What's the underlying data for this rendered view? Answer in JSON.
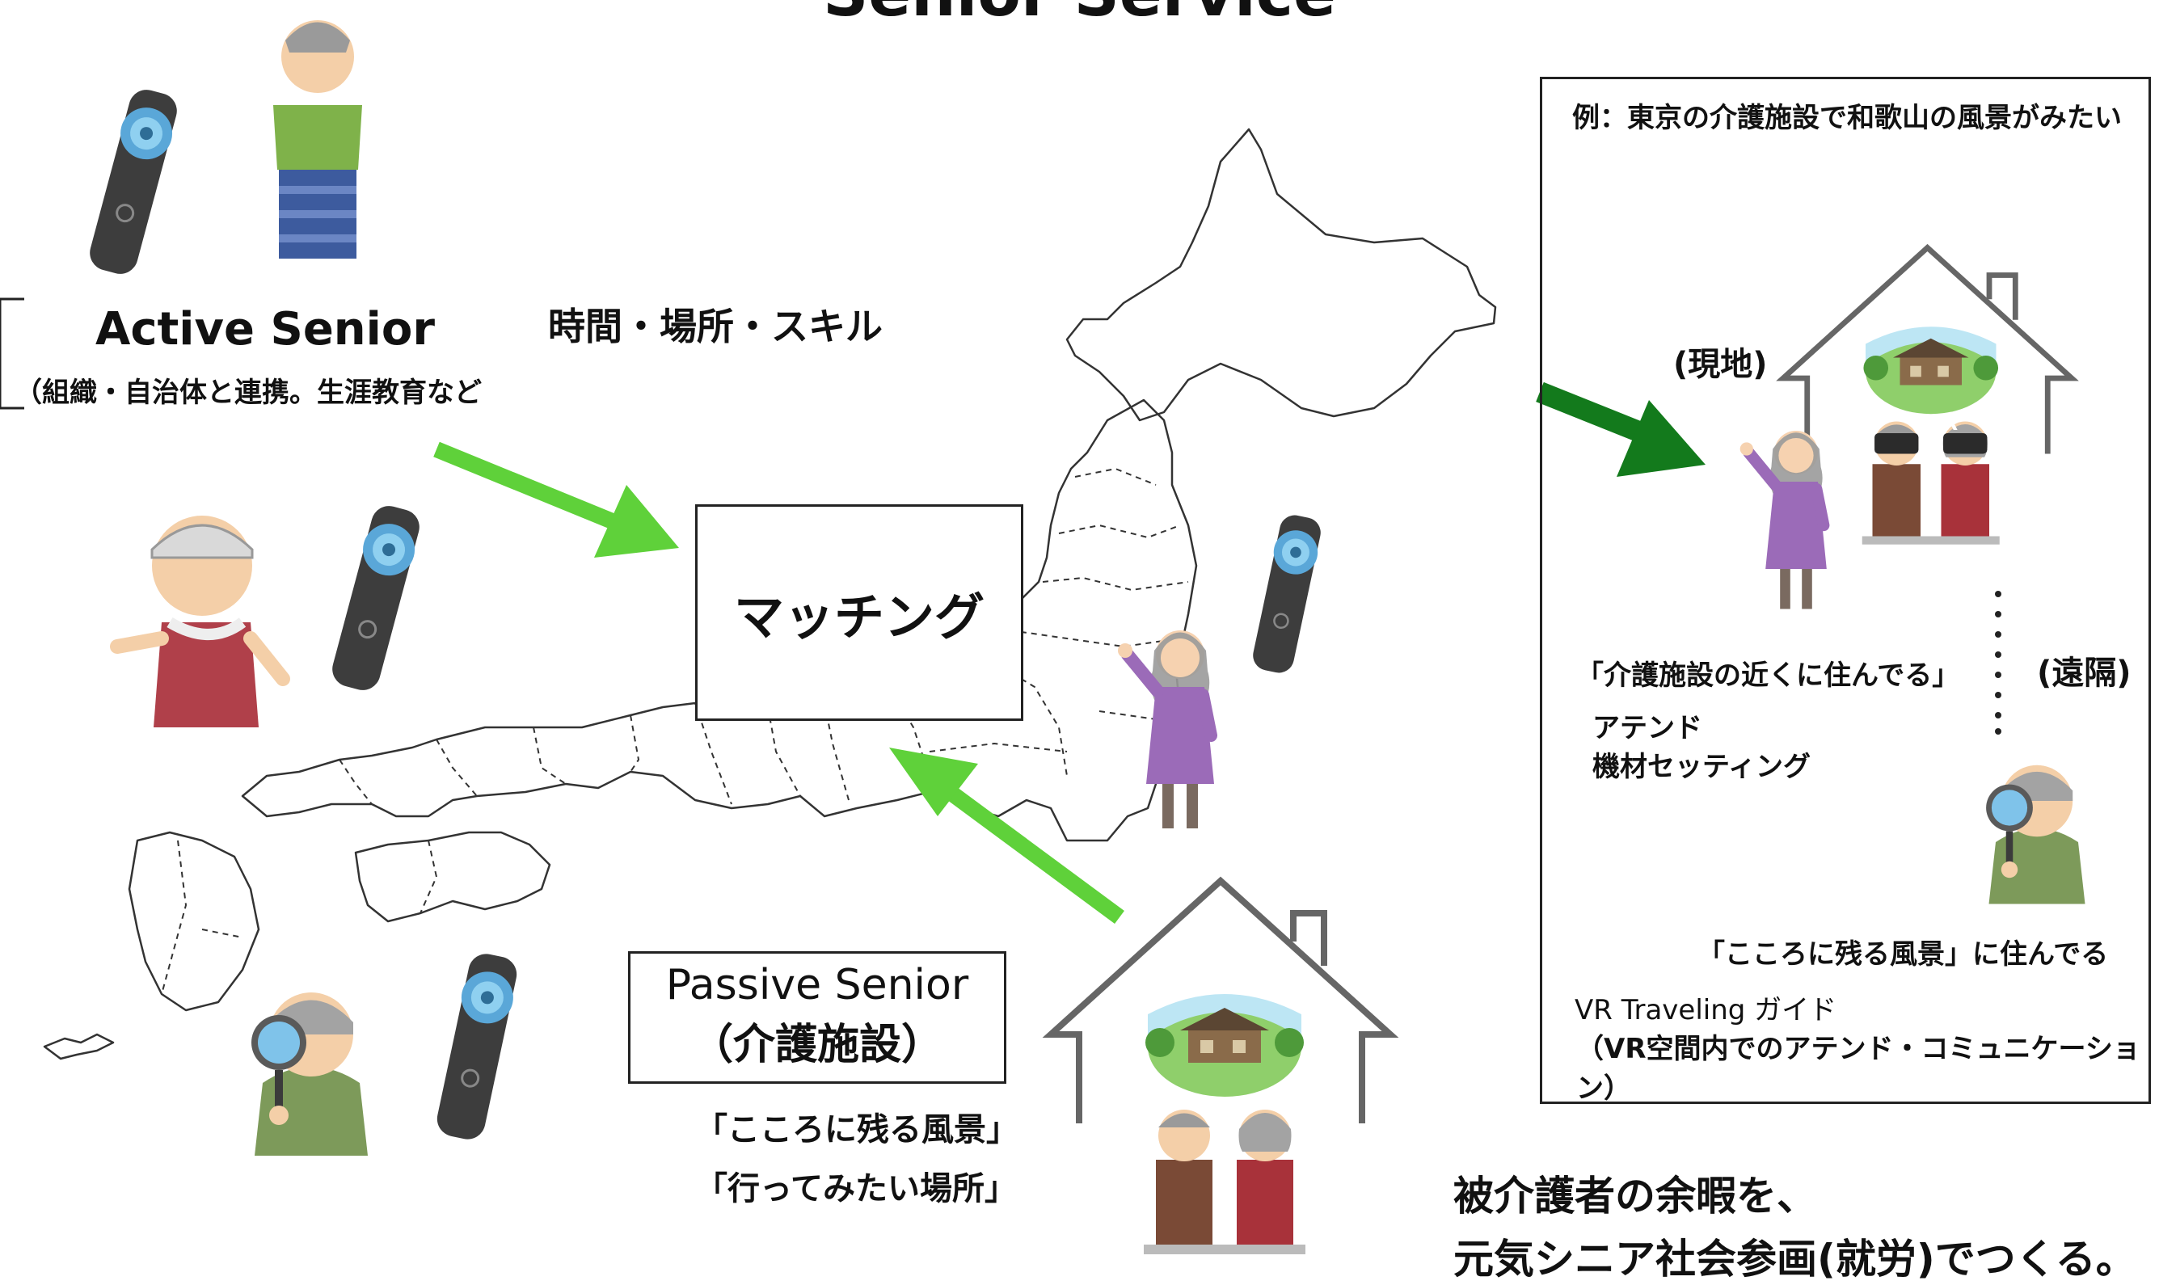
{
  "title": "Senior Service",
  "active": {
    "name": "Active Senior",
    "detail": "（組織・自治体と連携。生涯教育など",
    "resources": "時間・場所・スキル"
  },
  "matching": {
    "label": "マッチング"
  },
  "passive": {
    "name": "Passive Senior",
    "facility": "（介護施設）",
    "wish1": "「こころに残る風景」",
    "wish2": "「行ってみたい場所」"
  },
  "panel": {
    "example": "例：東京の介護施設で和歌山の風景がみたい",
    "onsite": "(現地)",
    "remote": "(遠隔)",
    "lives_near": "「介護施設の近くに住んでる」",
    "attend": "アテンド",
    "setup": "機材セッティング",
    "lives_scenery": "「こころに残る風景」に住んでる",
    "guide": "VR Traveling ガイド",
    "guide_detail": "（VR空間内でのアテンド・コミュニケーション）",
    "vr_label": "VR"
  },
  "tagline": {
    "line1": "被介護者の余暇を、",
    "line2": "元気シニア社会参画(就労)でつくる。"
  },
  "colors": {
    "arrow_light": "#5fd13a",
    "arrow_dark": "#137a1c",
    "house": "#666666"
  }
}
